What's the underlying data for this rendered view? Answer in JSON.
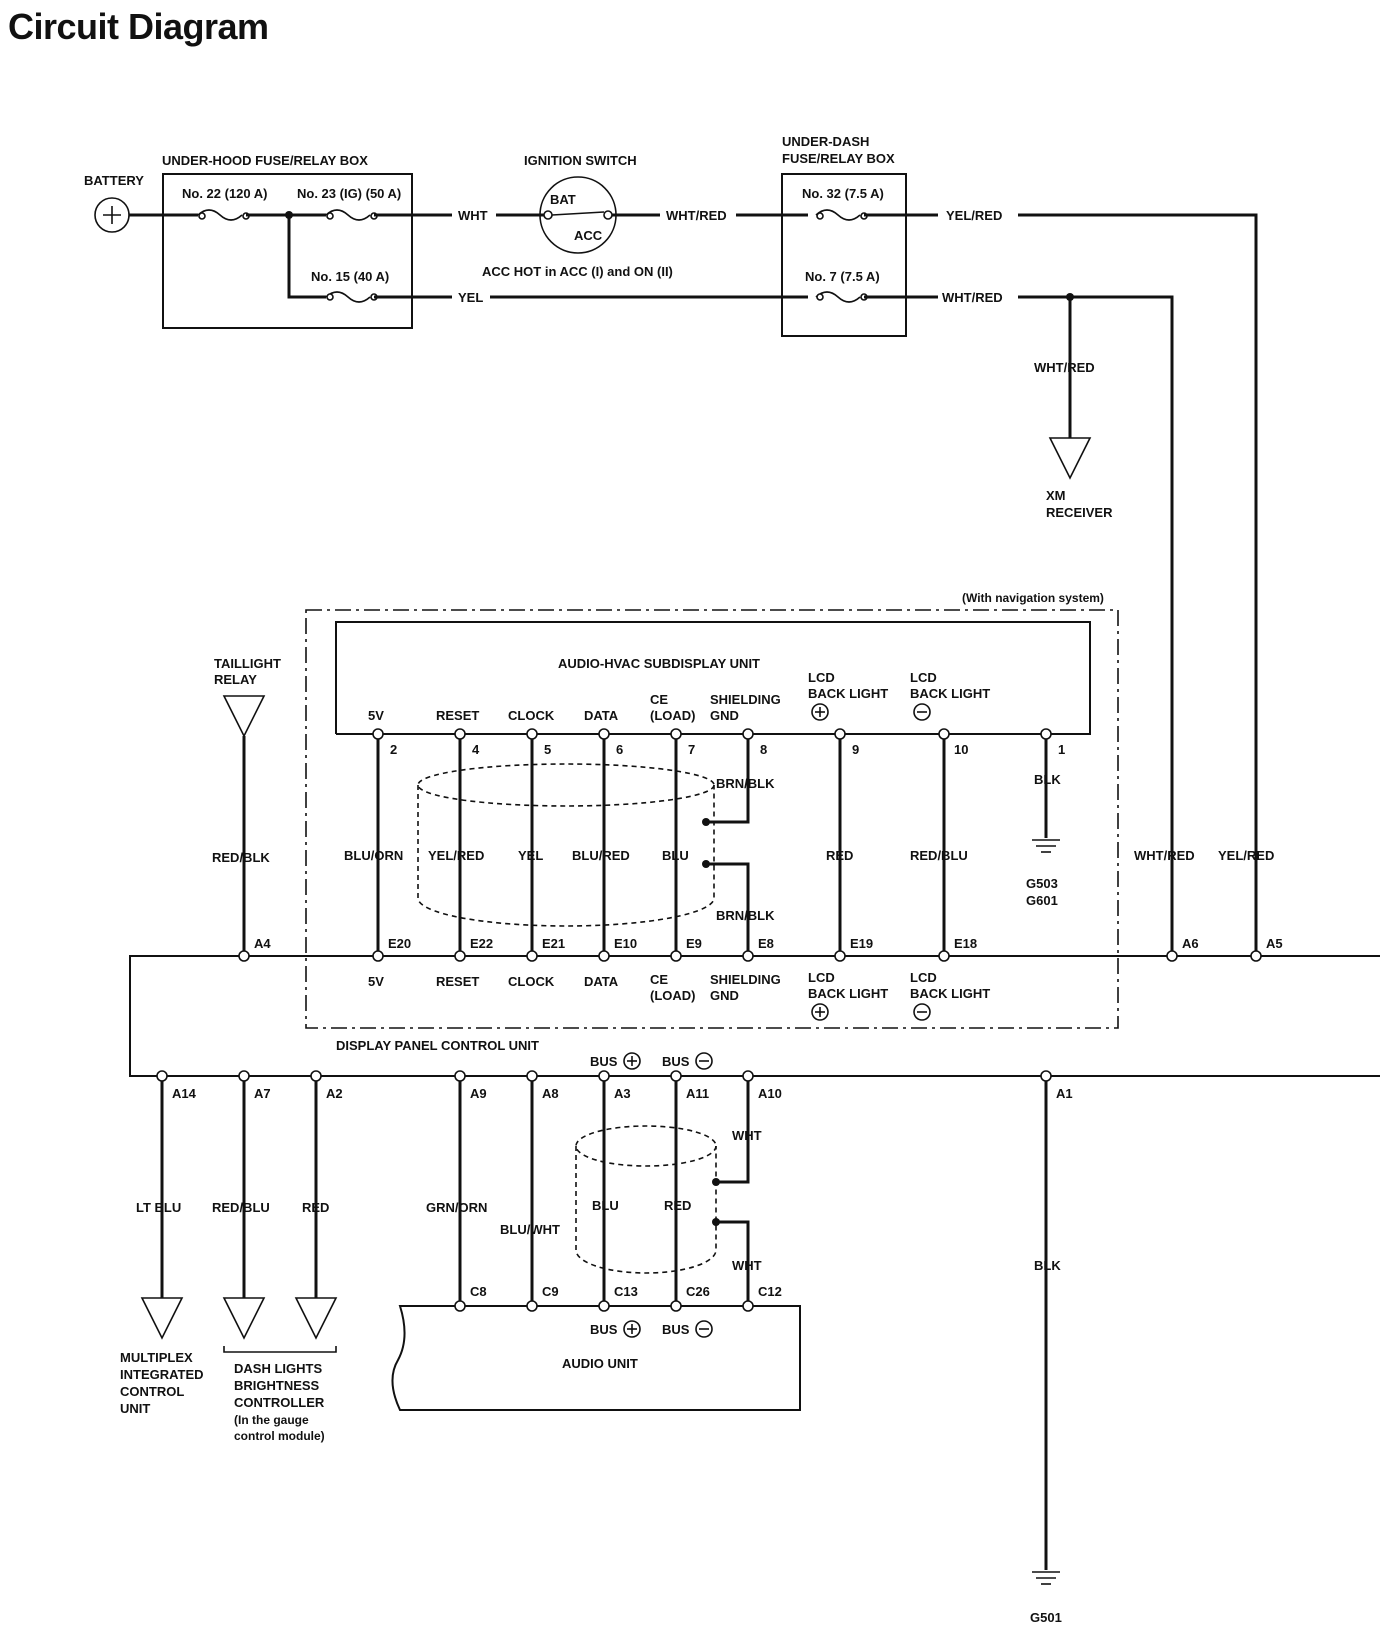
{
  "title": "Circuit Diagram",
  "power": {
    "battery": "BATTERY",
    "underhood_box": "UNDER-HOOD FUSE/RELAY BOX",
    "fuse_22": "No. 22 (120 A)",
    "fuse_23": "No. 23 (IG) (50 A)",
    "fuse_15": "No. 15 (40 A)",
    "ignition_switch": "IGNITION SWITCH",
    "bat": "BAT",
    "acc": "ACC",
    "acc_note": "ACC HOT in ACC (I) and ON (II)",
    "underdash_box_1": "UNDER-DASH",
    "underdash_box_2": "FUSE/RELAY BOX",
    "fuse_32": "No. 32 (7.5 A)",
    "fuse_7": "No. 7 (7.5 A)",
    "xm_1": "XM",
    "xm_2": "RECEIVER"
  },
  "wires": {
    "wht": "WHT",
    "wht_red_1": "WHT/RED",
    "yel_red_1": "YEL/RED",
    "yel": "YEL",
    "wht_red_2": "WHT/RED",
    "wht_red_xm": "WHT/RED",
    "red_blk": "RED/BLK",
    "blu_orn": "BLU/ORN",
    "yel_red_2": "YEL/RED",
    "yel_2": "YEL",
    "blu_red": "BLU/RED",
    "blu": "BLU",
    "brn_blk_1": "BRN/BLK",
    "brn_blk_2": "BRN/BLK",
    "red": "RED",
    "red_blu": "RED/BLU",
    "blk": "BLK",
    "wht_red_3": "WHT/RED",
    "yel_red_3": "YEL/RED",
    "lt_blu": "LT BLU",
    "red_blu_2": "RED/BLU",
    "red_2": "RED",
    "grn_orn": "GRN/ORN",
    "blu_wht": "BLU/WHT",
    "blu_2": "BLU",
    "red_3": "RED",
    "wht_1": "WHT",
    "wht_2": "WHT",
    "blk_2": "BLK"
  },
  "subdisplay": {
    "option_note": "(With navigation system)",
    "name": "AUDIO-HVAC SUBDISPLAY UNIT",
    "lbl_5v": "5V",
    "lbl_reset": "RESET",
    "lbl_clock": "CLOCK",
    "lbl_data": "DATA",
    "lbl_ce_1": "CE",
    "lbl_ce_2": "(LOAD)",
    "lbl_sh_1": "SHIELDING",
    "lbl_sh_2": "GND",
    "lbl_lcd_1": "LCD",
    "lbl_lcd_2": "BACK LIGHT",
    "lbl_lcdm_1": "LCD",
    "lbl_lcdm_2": "BACK LIGHT",
    "p2": "2",
    "p4": "4",
    "p5": "5",
    "p6": "6",
    "p7": "7",
    "p8": "8",
    "p9": "9",
    "p10": "10",
    "p1": "1",
    "ground": [
      "G503",
      "G601"
    ]
  },
  "display_panel": {
    "name": "DISPLAY PANEL CONTROL UNIT",
    "e20": "E20",
    "e22": "E22",
    "e21": "E21",
    "e10": "E10",
    "e9": "E9",
    "e8": "E8",
    "e19": "E19",
    "e18": "E18",
    "a4": "A4",
    "a6": "A6",
    "a5": "A5",
    "a14": "A14",
    "a7": "A7",
    "a2": "A2",
    "a9": "A9",
    "a8": "A8",
    "a3": "A3",
    "a11": "A11",
    "a10": "A10",
    "a1": "A1",
    "l_5v": "5V",
    "l_reset": "RESET",
    "l_clock": "CLOCK",
    "l_data": "DATA",
    "l_ce_1": "CE",
    "l_ce_2": "(LOAD)",
    "l_sh_1": "SHIELDING",
    "l_sh_2": "GND",
    "l_lcd_1": "LCD",
    "l_lcd_2": "BACK LIGHT",
    "l_lcdm_1": "LCD",
    "l_lcdm_2": "BACK LIGHT",
    "bus_plus": "BUS",
    "bus_minus": "BUS"
  },
  "taillight": [
    "TAILLIGHT",
    "RELAY"
  ],
  "multiplex": [
    "MULTIPLEX",
    "INTEGRATED",
    "CONTROL",
    "UNIT"
  ],
  "dash_lights": [
    "DASH LIGHTS",
    "BRIGHTNESS",
    "CONTROLLER",
    "(In the gauge",
    "control module)"
  ],
  "audio_unit": {
    "name": "AUDIO UNIT",
    "c8": "C8",
    "c9": "C9",
    "c13": "C13",
    "c26": "C26",
    "c12": "C12",
    "bus_plus": "BUS",
    "bus_minus": "BUS"
  },
  "ground_g501": "G501"
}
